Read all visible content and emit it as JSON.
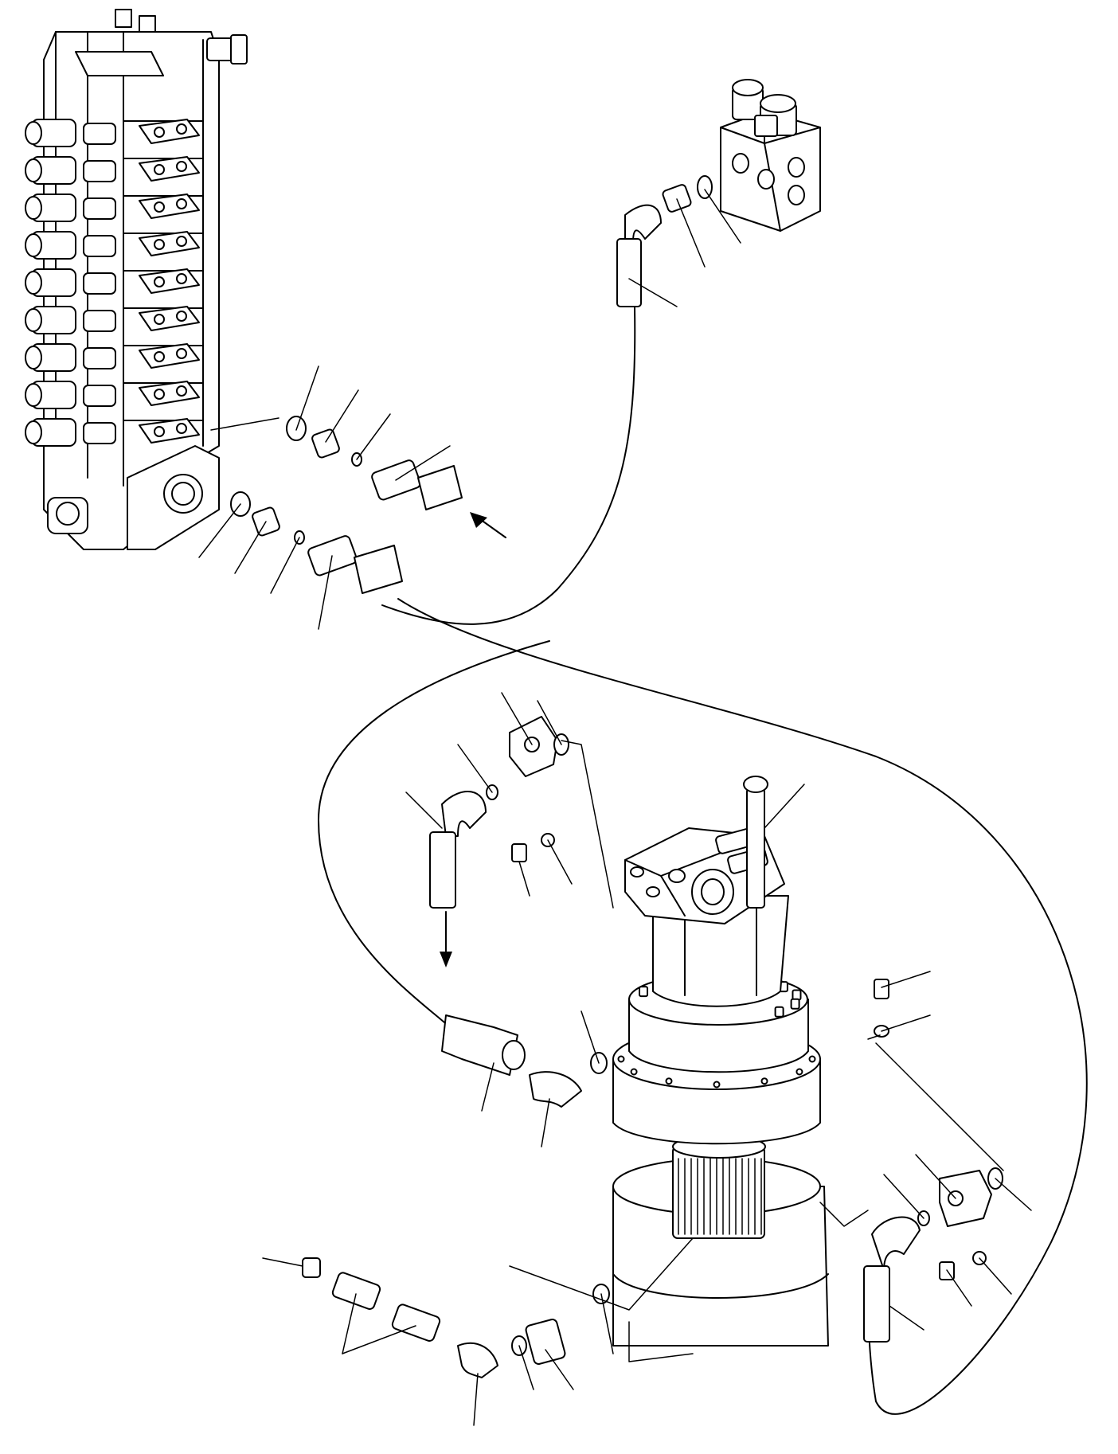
{
  "diagram": {
    "labels": [],
    "components": [
      "control-valve",
      "solenoid-valve-block",
      "swing-motor",
      "swing-machinery",
      "hoses",
      "fittings",
      "o-rings"
    ]
  }
}
